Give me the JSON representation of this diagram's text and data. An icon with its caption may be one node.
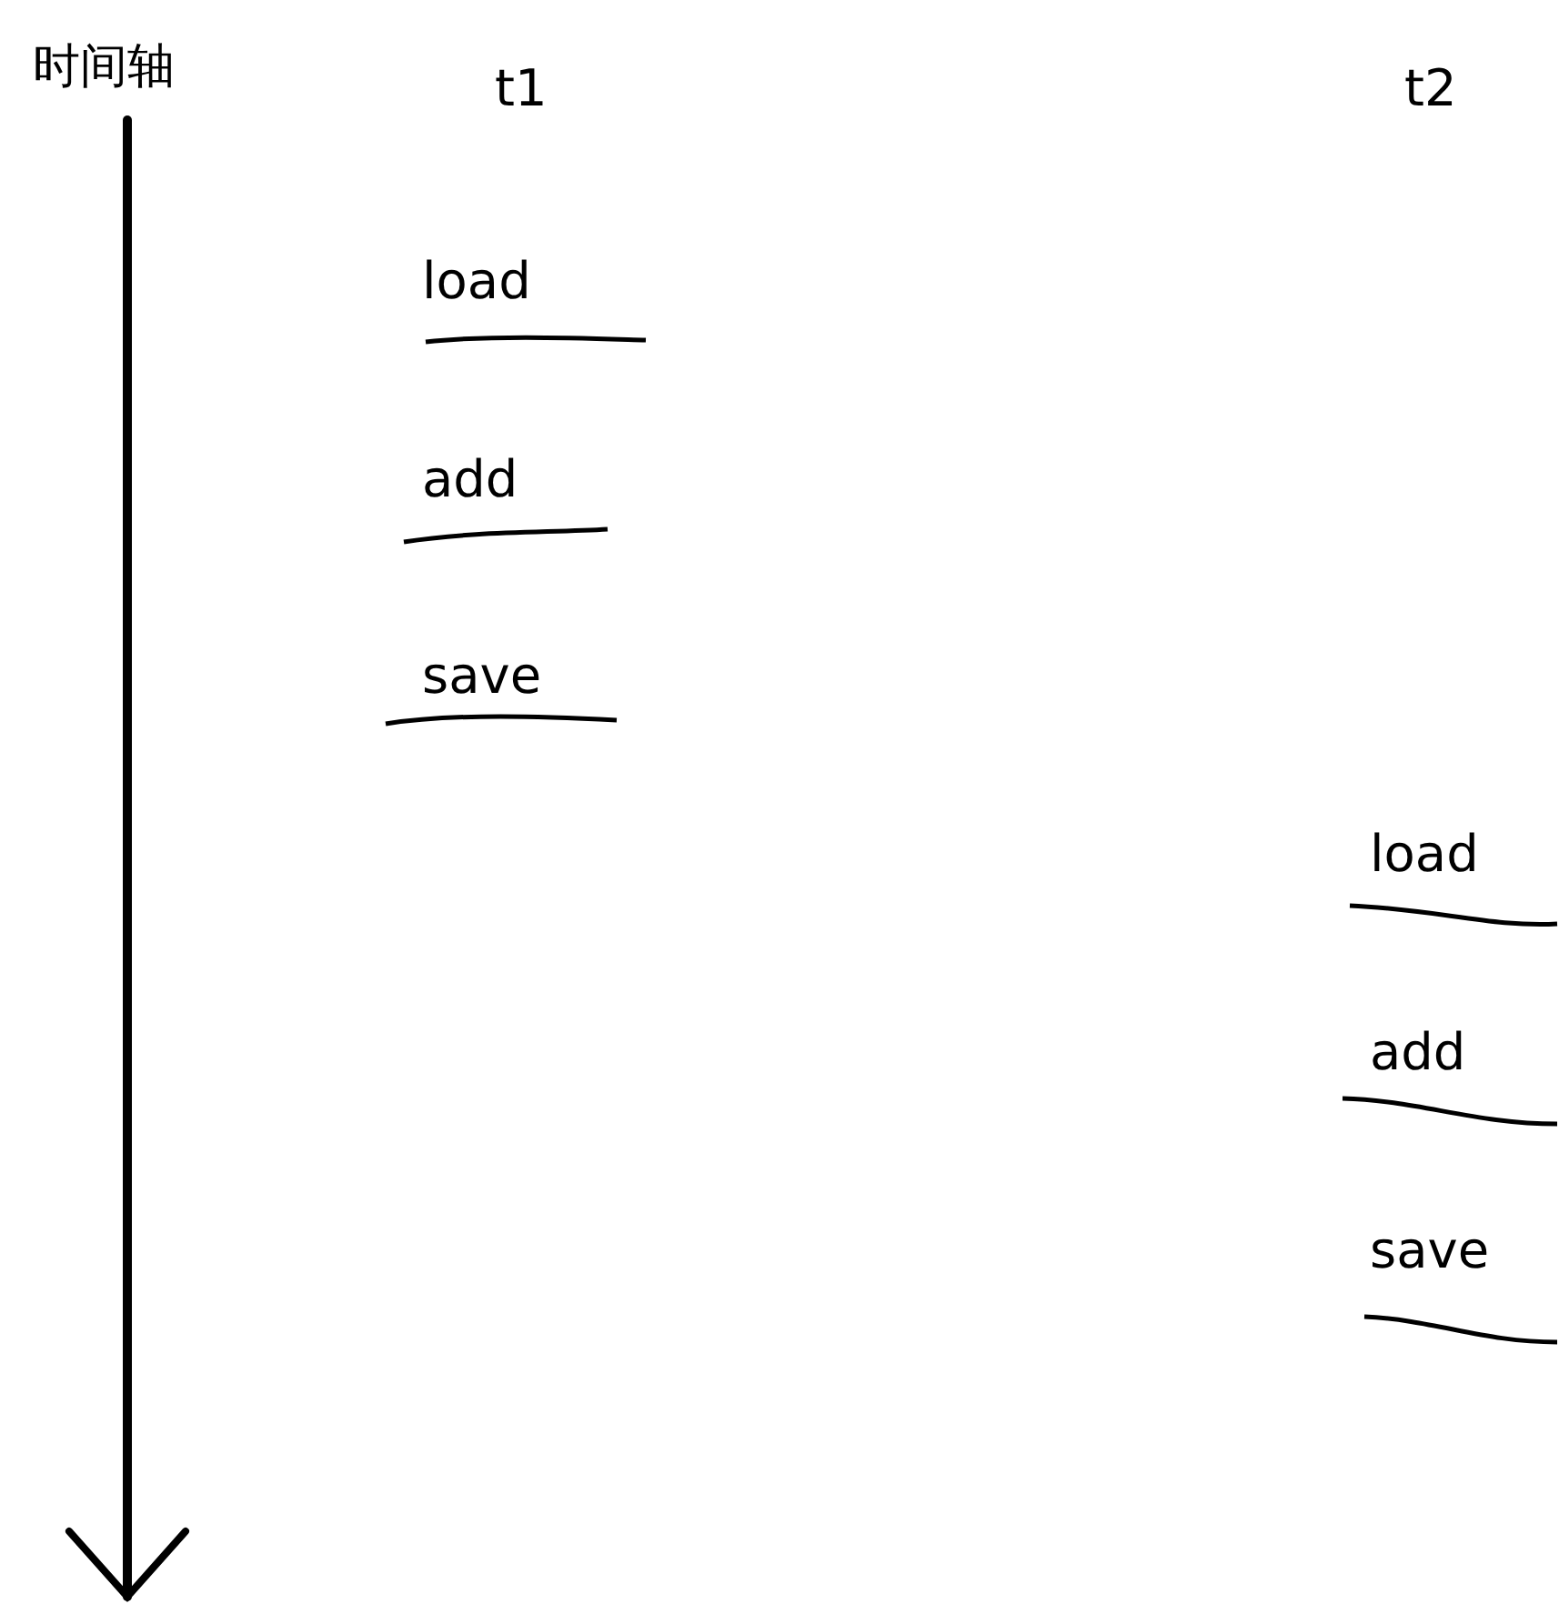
{
  "diagram": {
    "labels": [
      "时间轴",
      "t1",
      "t2",
      "load",
      "add",
      "save",
      "load",
      "add",
      "save"
    ]
  }
}
